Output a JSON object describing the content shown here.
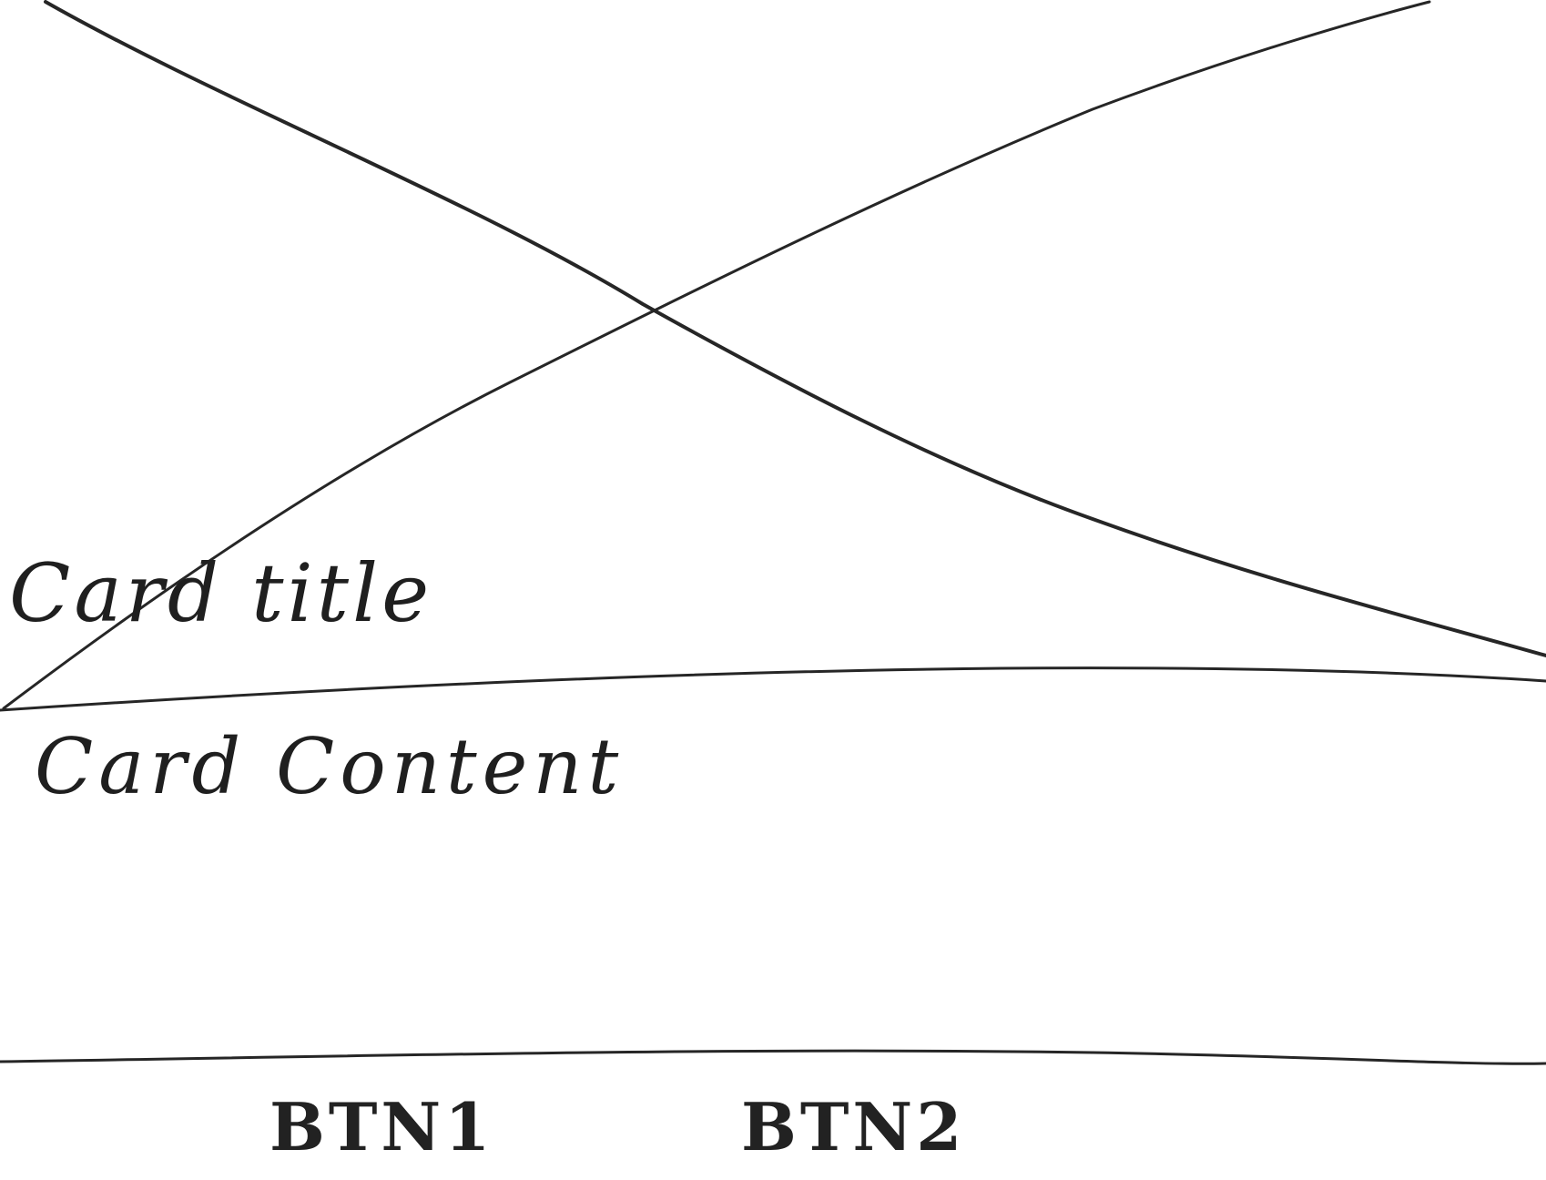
{
  "card": {
    "title": "Card title",
    "content": "Card Content",
    "actions": {
      "button_1_label": "BTN1",
      "button_2_label": "BTN2"
    }
  }
}
